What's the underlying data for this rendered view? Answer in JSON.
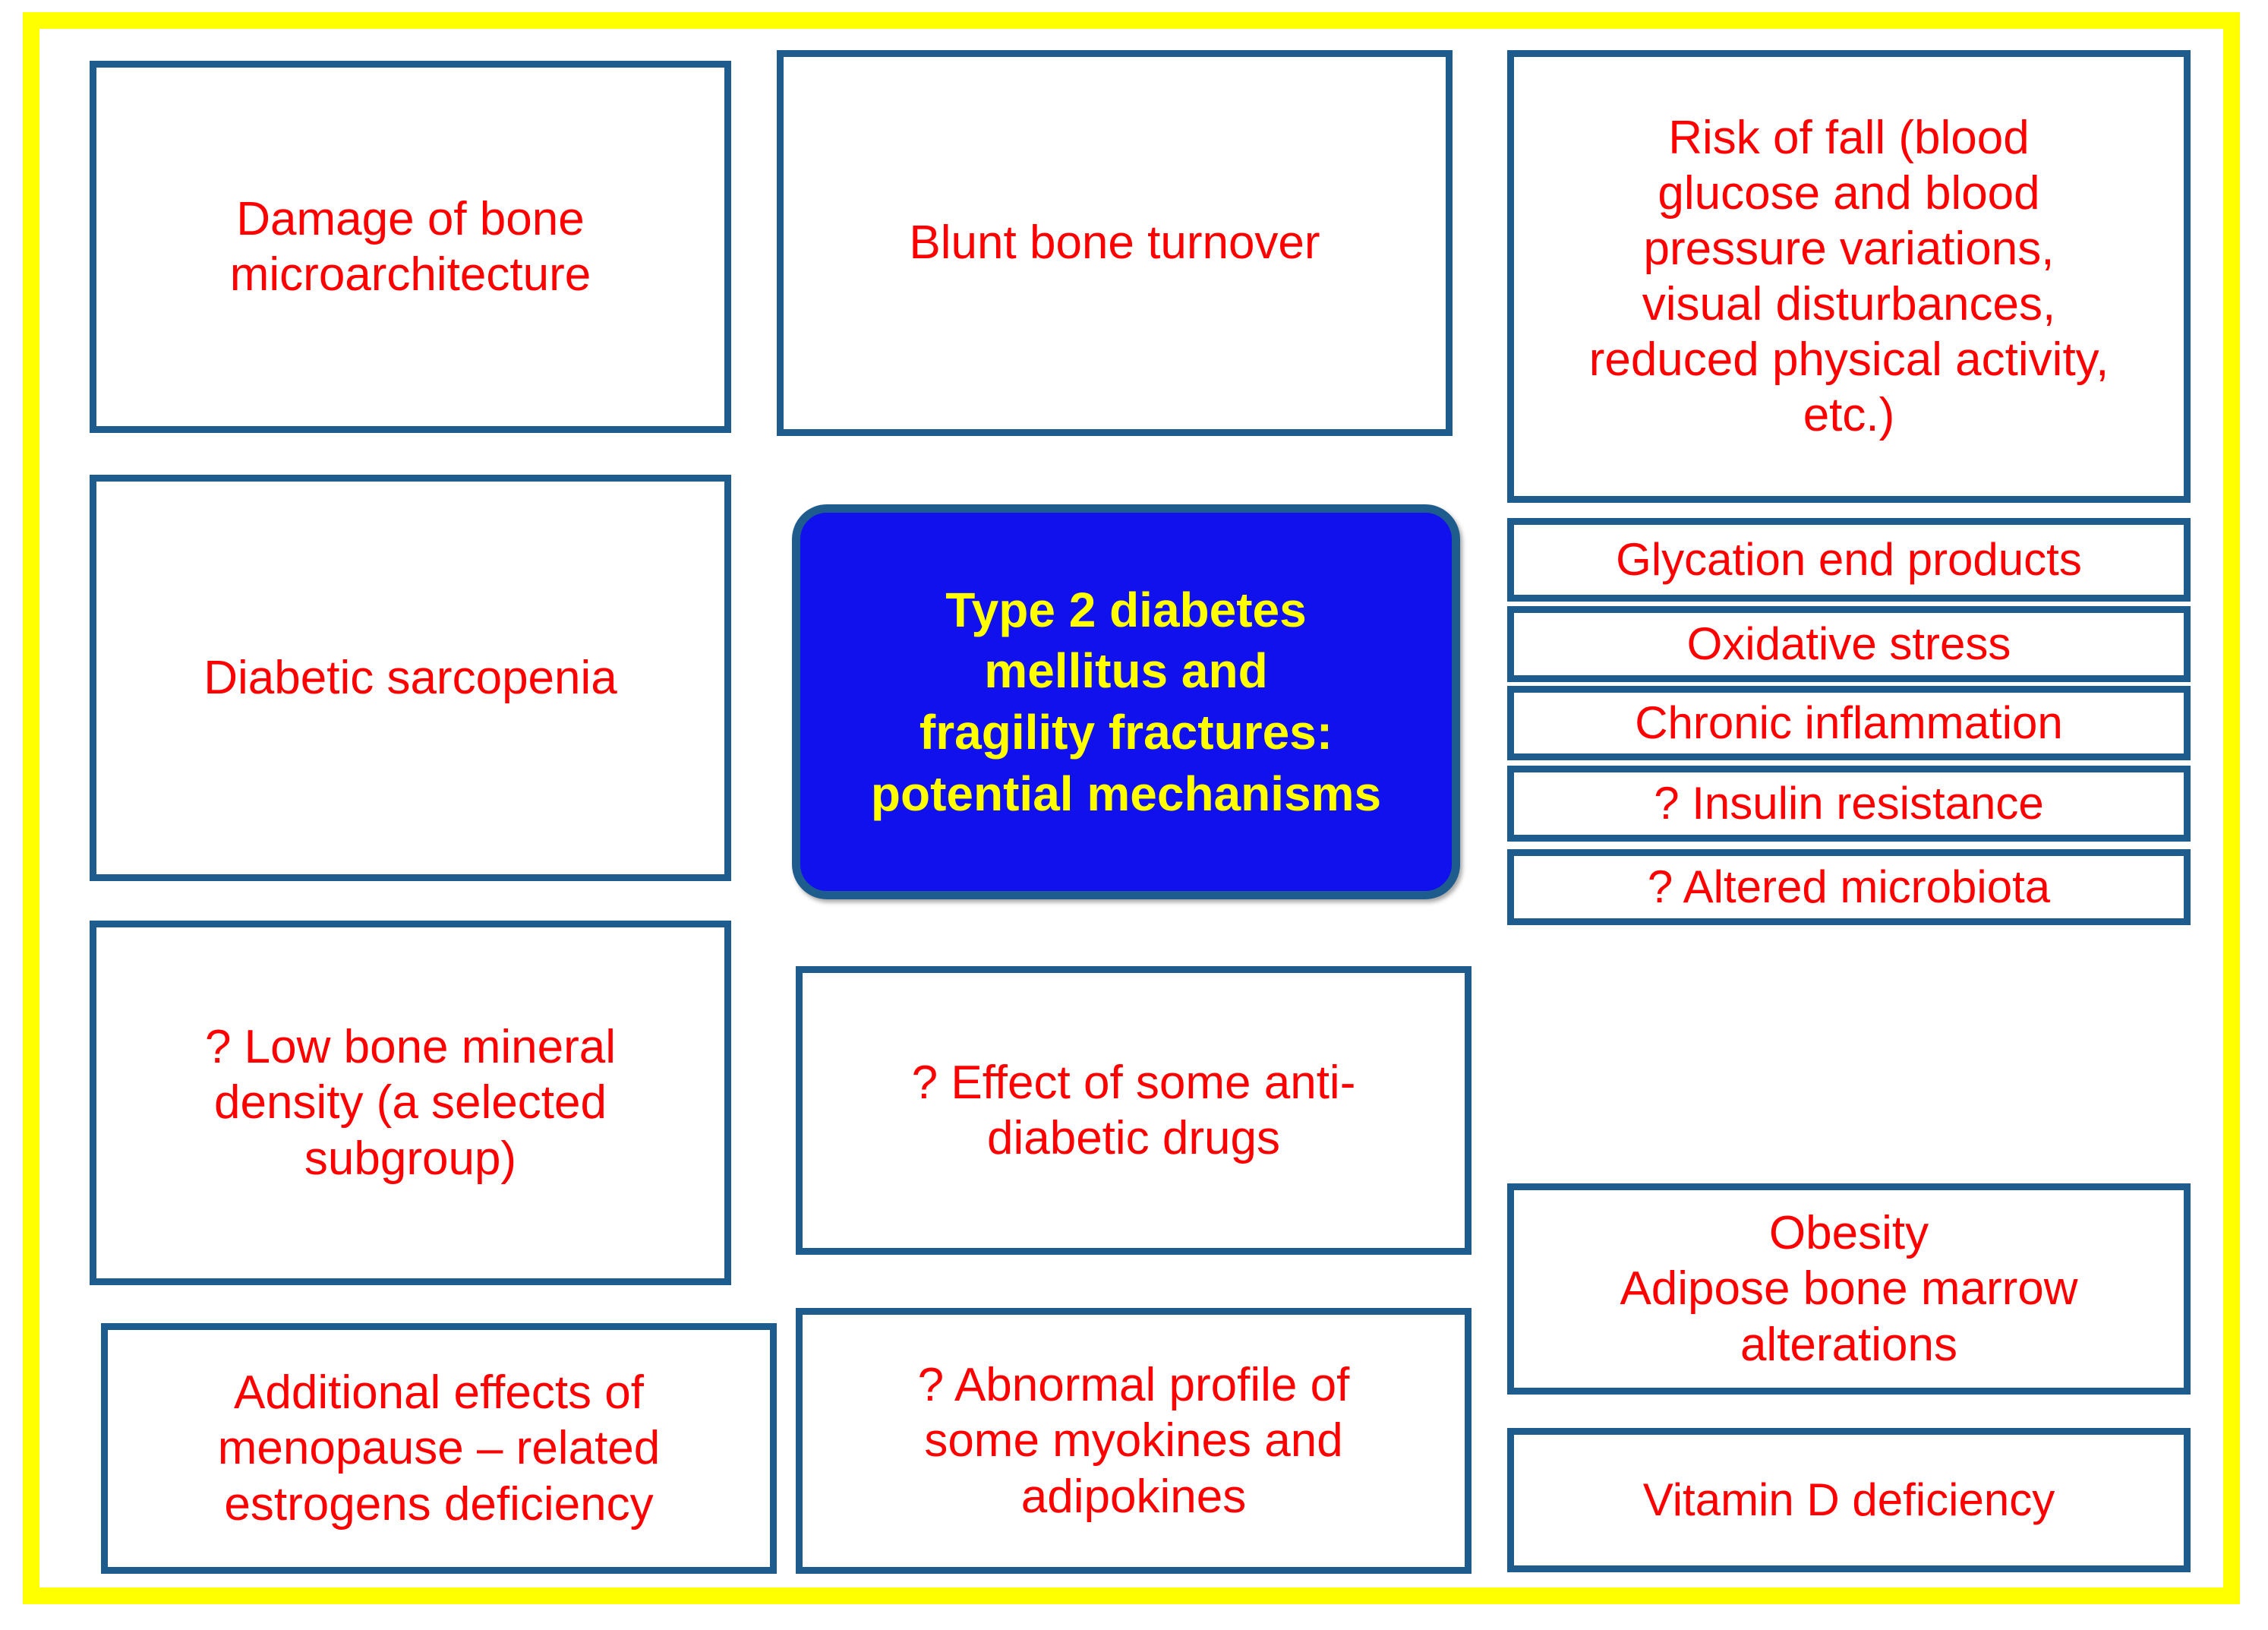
{
  "figure": {
    "title": "Type 2 diabetes mellitus and fragility fractures: potential mechanisms",
    "frame_color": "#ffff00",
    "node_border_color": "#1e5c8d",
    "node_text_color": "#ff0000",
    "center_fill_color": "#1111ee",
    "center_text_color": "#ffff00"
  },
  "center": {
    "label": "Type 2 diabetes\nmellitus and\nfragility fractures:\npotential mechanisms"
  },
  "left_column": {
    "nodes": [
      {
        "label": "Damage of bone\nmicroarchitecture"
      },
      {
        "label": "Diabetic sarcopenia"
      },
      {
        "label": "? Low bone mineral\ndensity (a selected\nsubgroup)"
      },
      {
        "label": "Additional effects of\nmenopause – related\nestrogens deficiency"
      }
    ]
  },
  "middle_column": {
    "nodes": [
      {
        "label": "Blunt bone turnover"
      },
      {
        "label": "? Effect of some anti-\ndiabetic drugs"
      },
      {
        "label": "? Abnormal profile of\nsome myokines and\nadipokines"
      }
    ]
  },
  "right_column": {
    "nodes": [
      {
        "label": "Risk of fall (blood\nglucose and blood\npressure variations,\nvisual disturbances,\nreduced physical activity,\netc.)"
      },
      {
        "label": "Glycation end products"
      },
      {
        "label": "Oxidative stress"
      },
      {
        "label": "Chronic inflammation"
      },
      {
        "label": "? Insulin resistance"
      },
      {
        "label": "? Altered microbiota"
      },
      {
        "label": "Obesity\nAdipose bone marrow\nalterations"
      },
      {
        "label": "Vitamin D deficiency"
      }
    ]
  }
}
